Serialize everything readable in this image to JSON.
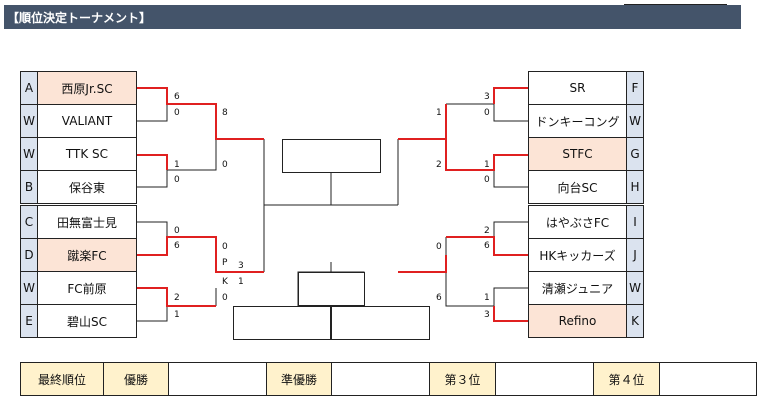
{
  "header": {
    "title": "【順位決定トーナメント】"
  },
  "left": {
    "labels": [
      "A",
      "W",
      "W",
      "B",
      "C",
      "D",
      "W",
      "E"
    ],
    "teams": [
      "西原Jr.SC",
      "VALIANT",
      "TTK SC",
      "保谷東",
      "田無富士見",
      "蹴楽FC",
      "FC前原",
      "碧山SC"
    ]
  },
  "right": {
    "labels": [
      "F",
      "W",
      "G",
      "H",
      "I",
      "J",
      "W",
      "K"
    ],
    "teams": [
      "SR",
      "ドンキーコング",
      "STFC",
      "向台SC",
      "はやぶさFC",
      "HKキッカーズ",
      "清瀬ジュニア",
      "Refino"
    ]
  },
  "scores": {
    "l1": [
      "6",
      "0",
      "1",
      "0",
      "0",
      "6",
      "2",
      "1"
    ],
    "l2": [
      "8",
      "0",
      "0",
      "1"
    ],
    "l2_pk": [
      "P",
      "3",
      "K"
    ],
    "r1": [
      "3",
      "0",
      "1",
      "0",
      "2",
      "6",
      "1",
      "3"
    ],
    "r2": [
      "1",
      "2",
      "0",
      "6"
    ]
  },
  "final": {
    "label": "最終順位",
    "first": "優勝",
    "second": "準優勝",
    "third": "第３位",
    "fourth": "第４位"
  },
  "colors": {
    "header_bg": "#44546a",
    "winner_line": "#e02020",
    "highlight": "#fce4d6",
    "label_bg": "#dbe3ef",
    "rank_bg": "#fff2cc"
  }
}
